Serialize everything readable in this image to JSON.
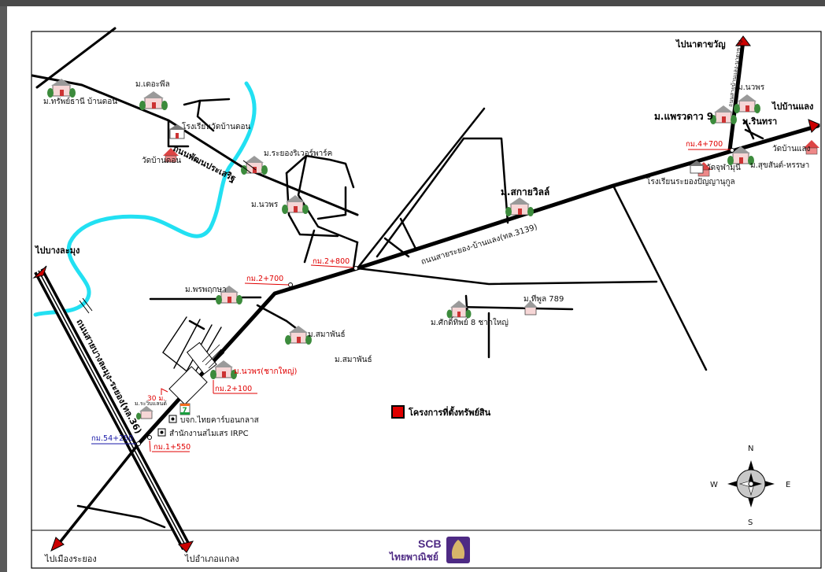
{
  "labels": {
    "to_na_ta_khwan": "ไปนาตาขวัญ",
    "to_ban_laeng": "ไปบ้านแลง",
    "to_bang_lamung": "ไปบางละมุง",
    "to_mueang_rayong": "ไปเมืองระยอง",
    "to_amphoe_klaeng": "ไปอำเภอแกลง",
    "village_sap_thani": "ม.ทรัพย์ธานี บ้านดอน",
    "village_the_phil": "ม.เดอะพีล",
    "school_wat_ban_don": "โรงเรียนวัดบ้านดอน",
    "wat_ban_don": "วัดบ้านดอน",
    "road_phatthana_prasoet": "ถนนพัฒนประเสริฐ",
    "village_rayong_riverpark": "ม.ระยองริเวอร์พาร์ค",
    "village_nawaphon_1": "ม.นวพร",
    "village_sakai_villa": "ม.สกายวิลล์",
    "road_rayong_ban_laeng": "ถนนสายระยอง-บ้านแลง(ทล.3139)",
    "village_phraeo_dao": "ม.แพรวดาว 9",
    "village_nawaphon_2": "ม.นวพร",
    "village_rin_thra": "ม.รินทรา",
    "wat_ban_laeng": "วัดบ้านแลง",
    "wat_chuk_phai_mun": "วัดจุฬามุนี",
    "village_suksan": "ม.สุขสันต์-หรรษา",
    "school_rayong_panyanukun": "โรงเรียนระยองปัญญานุกูล",
    "road_vertical_small": "ถนนสายบ้านแลง-นาตาขวัญ",
    "village_phrueksa": "ม.พรพฤกษา",
    "village_sompan_1": "ม.สมาพันธ์",
    "village_sompan_2": "ม.สมาพันธ์",
    "village_nawaphon_chak_yai": "ม.นวพร(ชากใหญ่)",
    "village_sakthip": "ม.ศักดิ์ทิพย์ 8 ชากใหญ่",
    "village_thiphun": "ม.ทีพูล 789",
    "road_sukhumvit": "ถนนสายบางละมุง-ระยอง(ทล.36)",
    "company_thai_carbon": "บจก.ไทยคาร์บอนกลาส",
    "office_irpc": "สำนักงานสไมเสร IRPC",
    "village_small_left": "ม.ระวิบแลนด์",
    "distance_30m": "30 ม.",
    "seven_eleven": "7",
    "legend_property": "โครงการที่ตั้งทรัพย์สิน"
  },
  "km_markers": {
    "km_4_700": "กม.4+700",
    "km_2_800": "กม.2+800",
    "km_2_700": "กม.2+700",
    "km_2_100": "กม.2+100",
    "km_1_550": "กม.1+550",
    "km_54_250": "กม.54+250"
  },
  "compass": {
    "n": "N",
    "s": "S",
    "e": "E",
    "w": "W"
  },
  "bank": {
    "name_en": "SCB",
    "name_th": "ไทยพาณิชย์",
    "brand_color": "#4e2a84"
  },
  "colors": {
    "river": "#22e0f2",
    "road": "#000000",
    "marker_red": "#e00000",
    "marker_blue": "#1a1aa8",
    "property": "#e00000"
  }
}
